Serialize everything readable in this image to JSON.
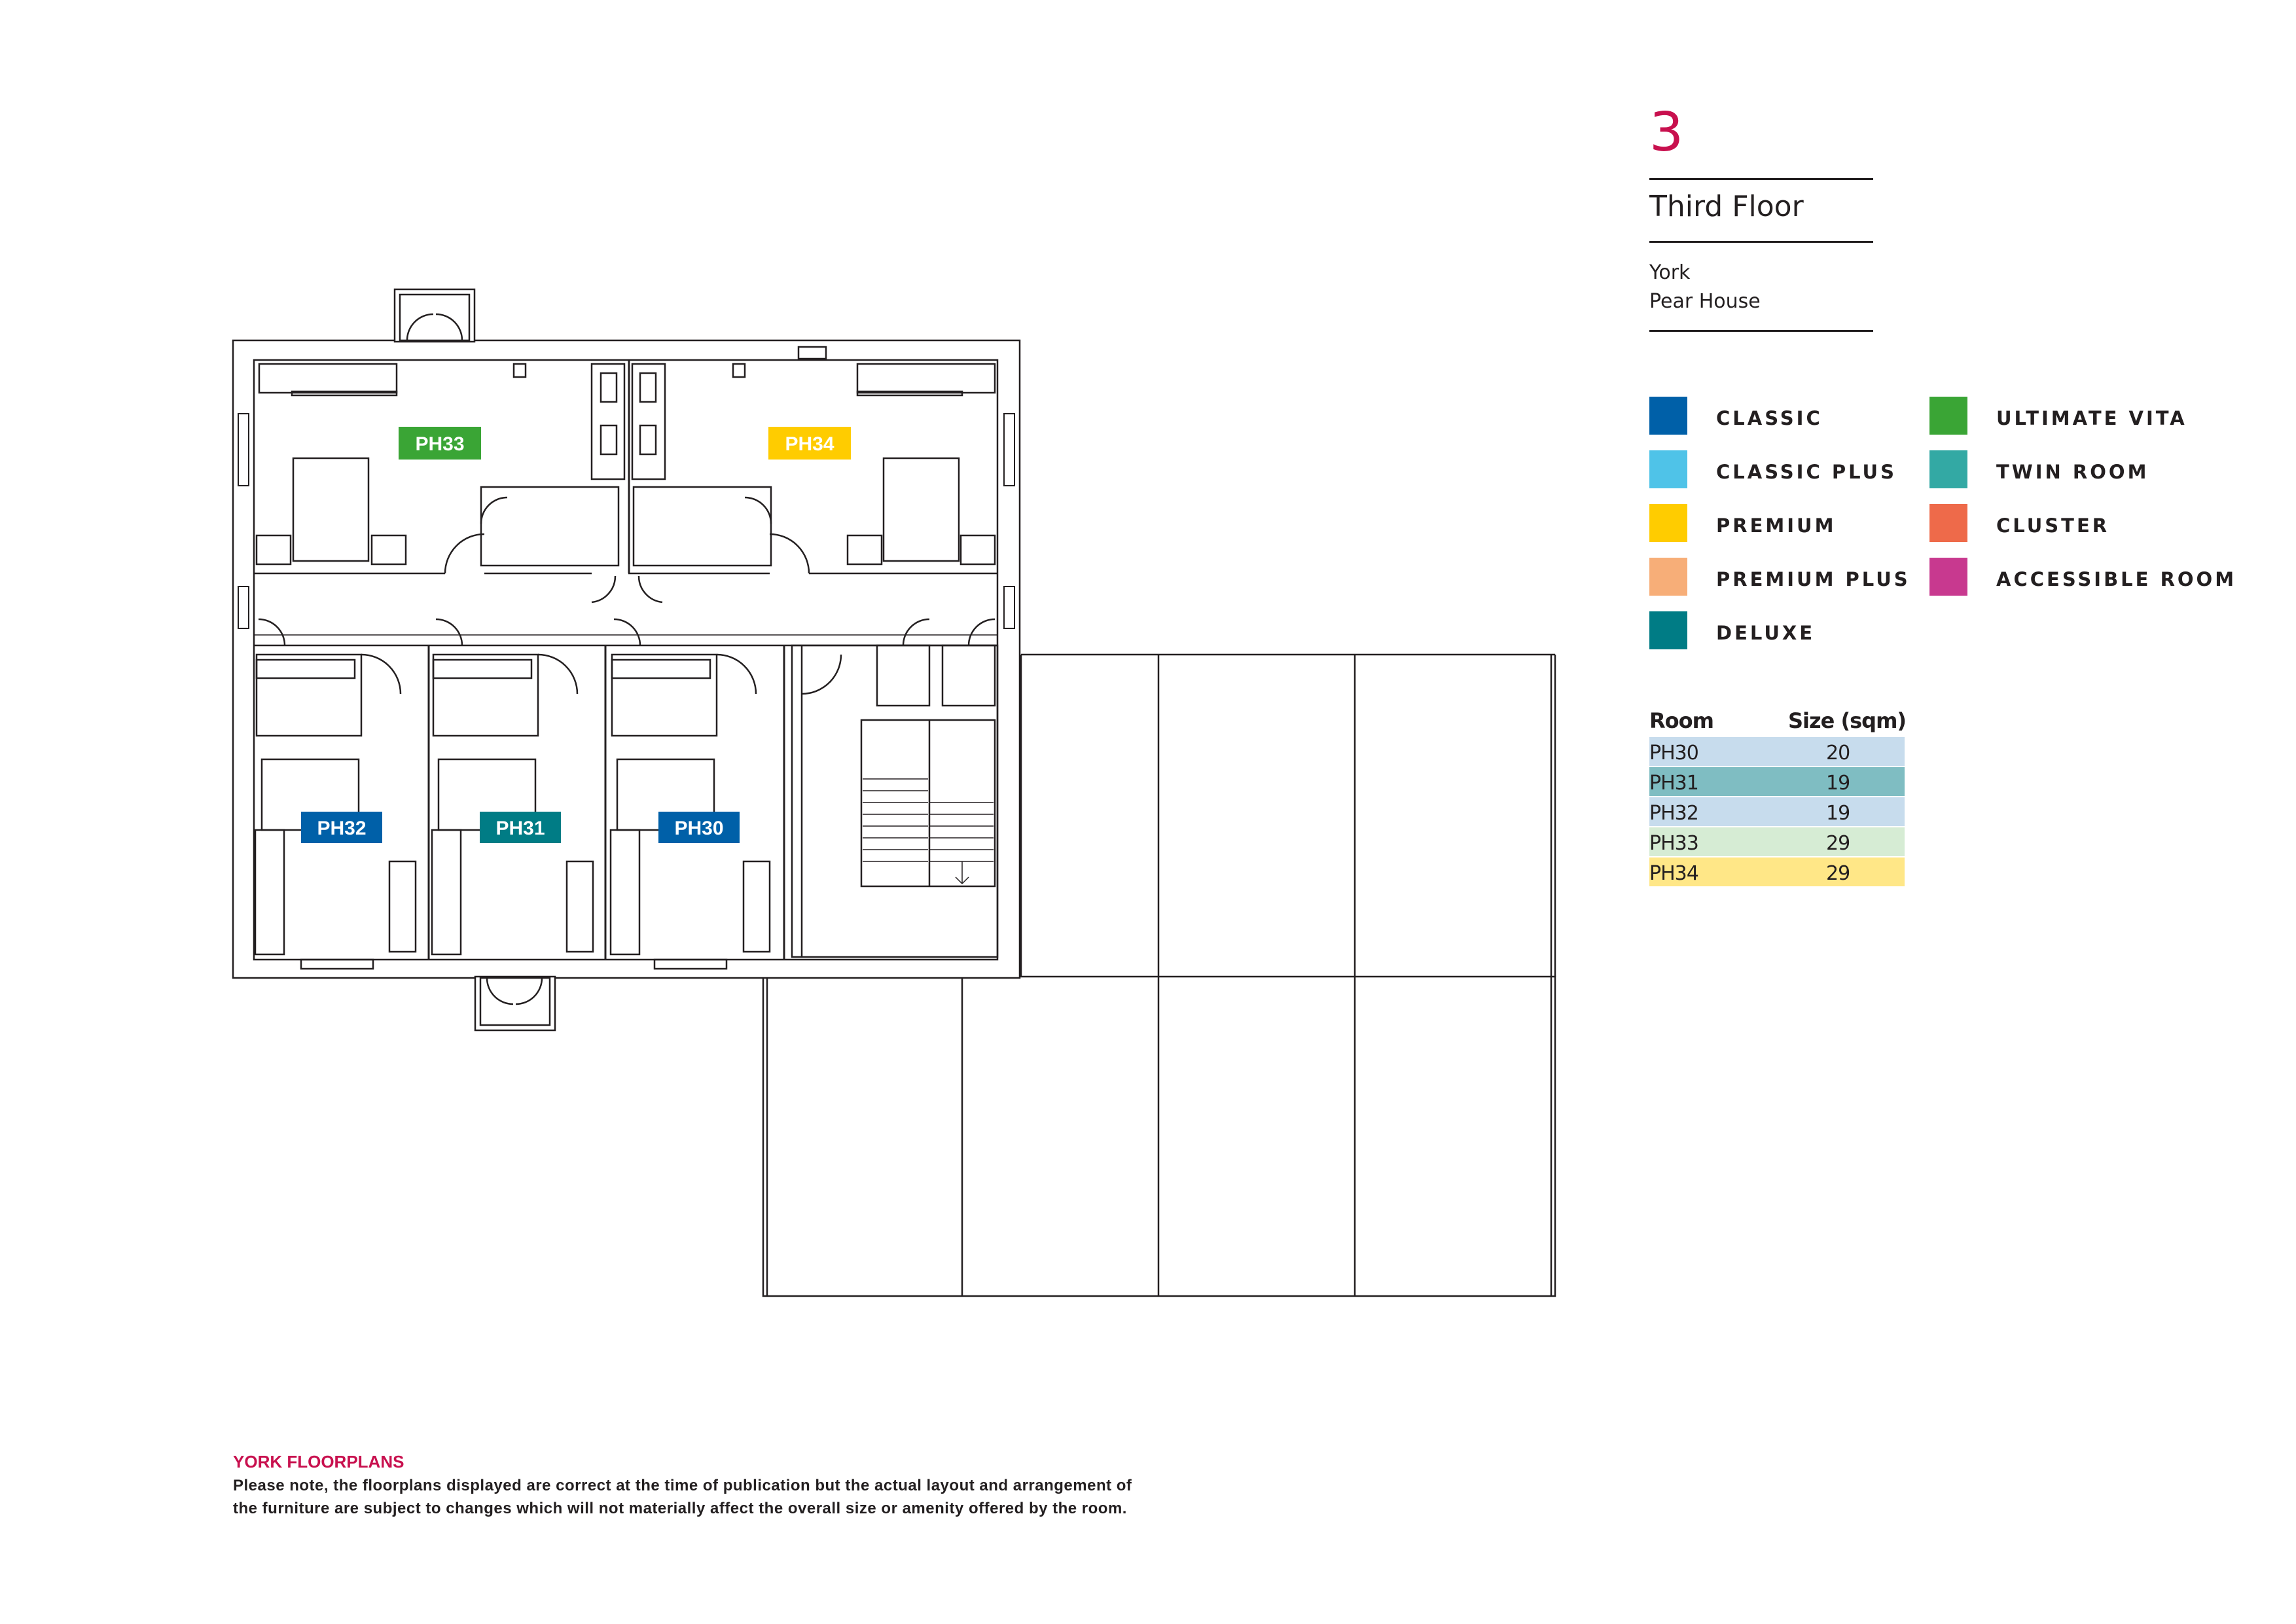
{
  "floor": {
    "number": "3",
    "title": "Third Floor",
    "city": "York",
    "building": "Pear House"
  },
  "legend": [
    {
      "label": "CLASSIC",
      "color": "#0060a8"
    },
    {
      "label": "CLASSIC PLUS",
      "color": "#4fc3e8"
    },
    {
      "label": "PREMIUM",
      "color": "#ffcc00"
    },
    {
      "label": "PREMIUM PLUS",
      "color": "#f7ae78"
    },
    {
      "label": "DELUXE",
      "color": "#007c85"
    },
    {
      "label": "ULTIMATE VITA",
      "color": "#3aa535"
    },
    {
      "label": "TWIN ROOM",
      "color": "#33a9a4"
    },
    {
      "label": "CLUSTER",
      "color": "#ee6a4a"
    },
    {
      "label": "ACCESSIBLE ROOM",
      "color": "#c8398f"
    }
  ],
  "table": {
    "headers": {
      "room": "Room",
      "size": "Size (sqm)"
    },
    "rows": [
      {
        "room": "PH30",
        "size": "20",
        "color": "#c7dced"
      },
      {
        "room": "PH31",
        "size": "19",
        "color": "#7fbdc2"
      },
      {
        "room": "PH32",
        "size": "19",
        "color": "#c7dced"
      },
      {
        "room": "PH33",
        "size": "29",
        "color": "#d6ecd4"
      },
      {
        "room": "PH34",
        "size": "29",
        "color": "#ffe787"
      }
    ]
  },
  "rooms": {
    "PH33": {
      "label": "PH33",
      "color": "#3aa535"
    },
    "PH34": {
      "label": "PH34",
      "color": "#ffcc00"
    },
    "PH32": {
      "label": "PH32",
      "color": "#0060a8"
    },
    "PH31": {
      "label": "PH31",
      "color": "#007c85"
    },
    "PH30": {
      "label": "PH30",
      "color": "#0060a8"
    }
  },
  "footer": {
    "title": "YORK FLOORPLANS",
    "note_line1": "Please note, the floorplans displayed are correct at the time of publication but the actual layout and arrangement of",
    "note_line2": "the furniture are subject to changes which will not materially affect the overall size or amenity offered by the room."
  },
  "colors": {
    "accent": "#c8104e",
    "line": "#231f20"
  }
}
